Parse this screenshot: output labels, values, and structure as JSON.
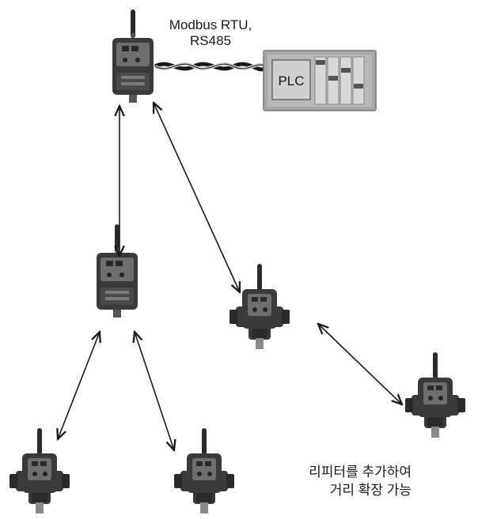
{
  "protocol_label": {
    "line1": "Modbus RTU,",
    "line2": "RS485"
  },
  "plc_label": "PLC",
  "repeater_note": {
    "line1": "리피터를 추가하여",
    "line2": "거리 확장 가능"
  },
  "colors": {
    "device_body": "#3a3a3a",
    "device_face": "#6e6e6e",
    "arrow": "#1a1a1a",
    "plc_frame": "#b0b0b0",
    "plc_screen": "#c8c8c8"
  }
}
